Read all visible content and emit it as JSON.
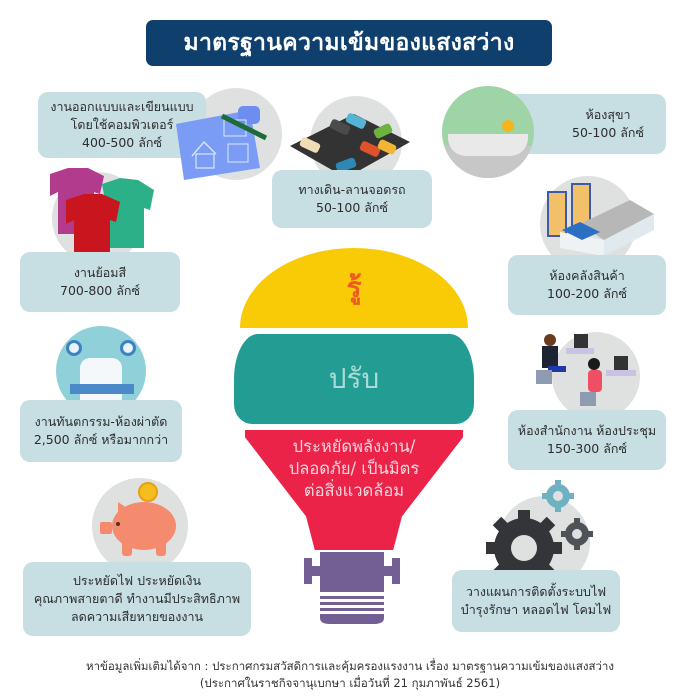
{
  "title": "มาตรฐานความเข้มของแสงสว่าง",
  "colors": {
    "title_bg": "#0f3f6c",
    "card_bg": "#c7dfe3",
    "circle_bg": "#dfe1e0",
    "bulb_yellow": "#f9cb06",
    "bulb_teal": "#239c93",
    "bulb_red": "#ec2348",
    "bulb_base": "#735f94",
    "know_text": "#ef5a24"
  },
  "cards": {
    "design": {
      "line1": "งานออกแบบและเขียนแบบ",
      "line2": "โดยใช้คอมพิวเตอร์",
      "line3": "400-500 ลักซ์",
      "icon": "blueprint-icon"
    },
    "parking": {
      "line1": "ทางเดิน-ลานจอดรถ",
      "line2": "50-100 ลักซ์",
      "icon": "parking-lot-icon"
    },
    "bathroom": {
      "line1": "ห้องสุขา",
      "line2": "50-100 ลักซ์",
      "icon": "bathtub-icon"
    },
    "dyeing": {
      "line1": "งานย้อมสี",
      "line2": "700-800 ลักซ์",
      "icon": "shirts-icon"
    },
    "warehouse": {
      "line1": "ห้องคลังสินค้า",
      "line2": "100-200 ลักซ์",
      "icon": "warehouse-icon"
    },
    "surgery": {
      "line1": "งานทันตกรรม-ห้องผ่าตัด",
      "line2": "2,500 ลักซ์ หรือมากกว่า",
      "icon": "operating-room-icon"
    },
    "office": {
      "line1": "ห้องสำนักงาน ห้องประชุม",
      "line2": "150-300 ลักซ์",
      "icon": "office-workers-icon"
    },
    "savings": {
      "line1": "ประหยัดไฟ ประหยัดเงิน",
      "line2": "คุณภาพสายตาดี ทำงานมีประสิทธิภาพ",
      "line3": "ลดความเสียหายของงาน",
      "icon": "piggy-bank-icon"
    },
    "planning": {
      "line1": "วางแผนการติดตั้งระบบไฟ",
      "line2": "บำรุงรักษา หลอดไฟ  โคมไฟ",
      "icon": "gears-icon"
    }
  },
  "bulb": {
    "know": "รู้",
    "adjust": "ปรับ",
    "benefit_line1": "ประหยัดพลังงาน/",
    "benefit_line2": "ปลอดภัย/ เป็นมิตร",
    "benefit_line3": "ต่อสิ่งแวดล้อม"
  },
  "footer": {
    "line1": "หาข้อมูลเพิ่มเติมได้จาก : ประกาศกรมสวัสดิการและคุ้มครองแรงงาน เรื่อง มาตรฐานความเข้มของแสงสว่าง",
    "line2": "(ประกาศในราชกิจจานุเบกษา เมื่อวันที่ 21 กุมภาพันธ์ 2561)"
  }
}
